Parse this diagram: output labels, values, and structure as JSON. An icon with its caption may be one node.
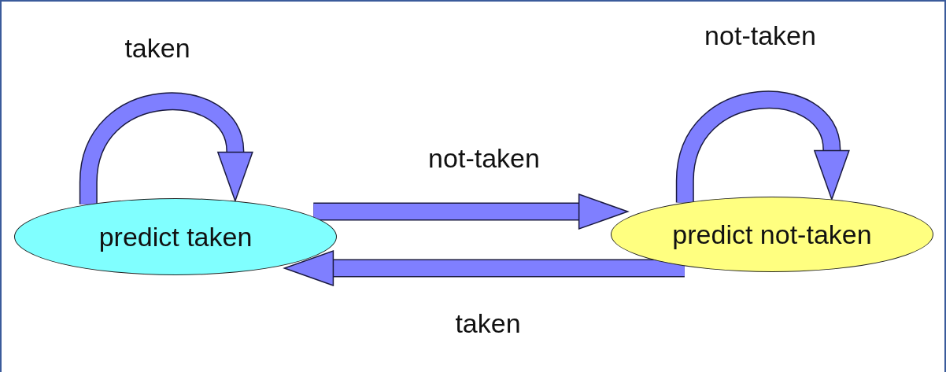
{
  "diagram": {
    "nodes": [
      {
        "text": [
          "predict taken"
        ]
      },
      {
        "text": [
          "predict not-taken"
        ]
      }
    ],
    "edges": [
      {
        "from": 0,
        "to": 0,
        "arrow": "to",
        "label": "taken"
      },
      {
        "from": 0,
        "to": 1,
        "arrow": "to",
        "label": "not-taken"
      },
      {
        "from": 1,
        "to": 0,
        "arrow": "to",
        "label": "taken"
      },
      {
        "from": 1,
        "to": 1,
        "arrow": "to",
        "label": "not-taken"
      }
    ]
  }
}
